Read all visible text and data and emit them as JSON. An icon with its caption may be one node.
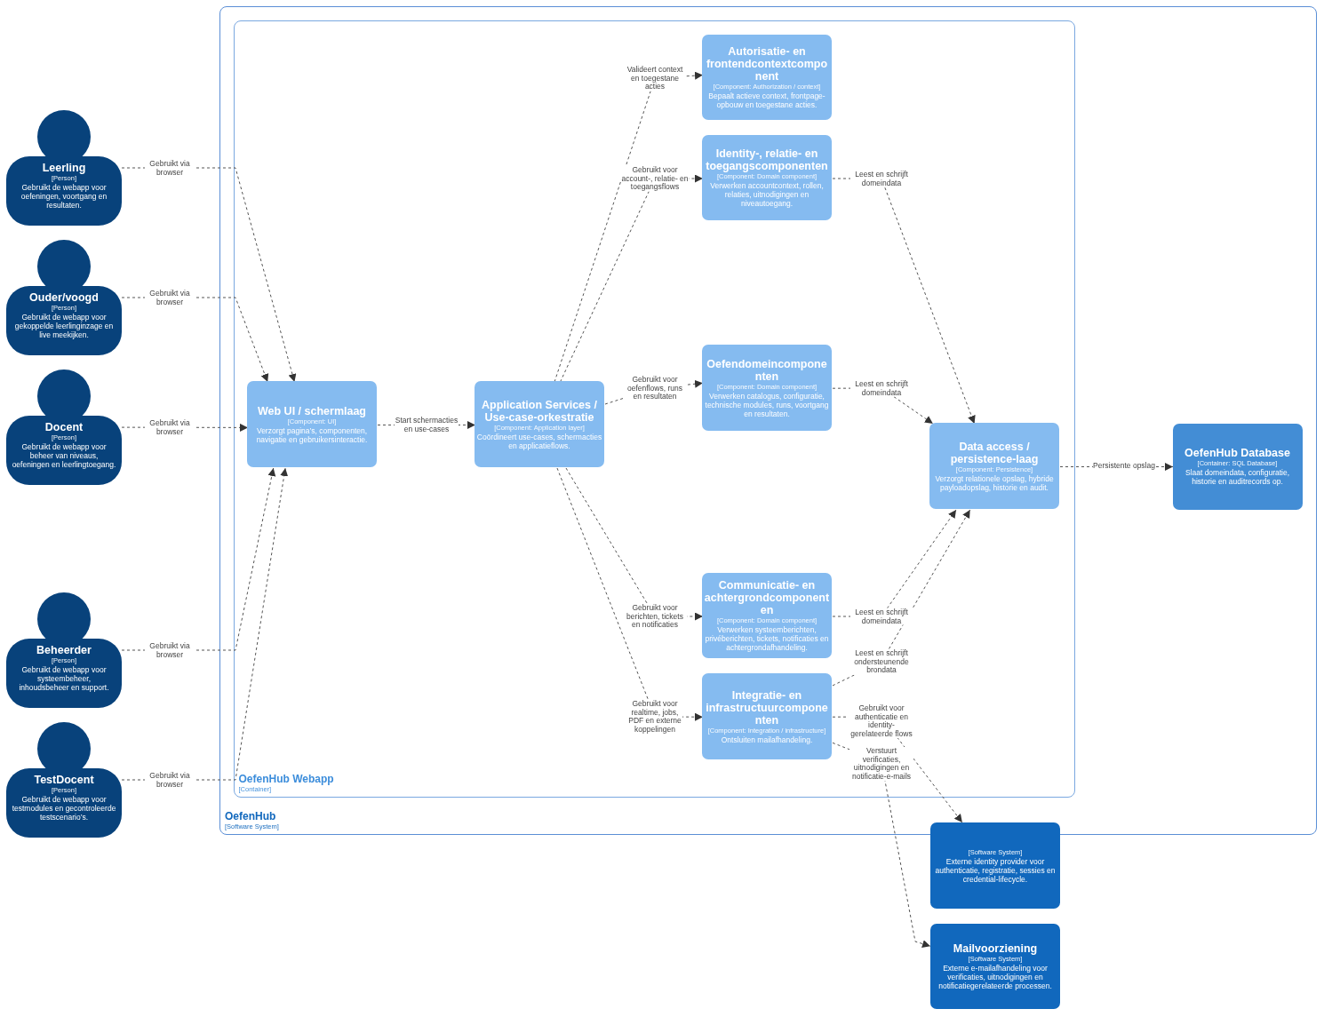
{
  "diagram": {
    "nodes": [
      {
        "text": [
          "Leerling",
          "[Person]",
          "Gebruikt de webapp voor oefeningen, voortgang en resultaten."
        ]
      },
      {
        "text": [
          "Ouder/voogd",
          "[Person]",
          "Gebruikt de webapp voor gekoppelde leerlinginzage en live meekijken."
        ]
      },
      {
        "text": [
          "Docent",
          "[Person]",
          "Gebruikt de webapp voor beheer van niveaus, oefeningen en leerlingtoegang."
        ]
      },
      {
        "text": [
          "Beheerder",
          "[Person]",
          "Gebruikt de webapp voor systeembeheer, inhoudsbeheer en support."
        ]
      },
      {
        "text": [
          "TestDocent",
          "[Person]",
          "Gebruikt de webapp voor testmodules en gecontroleerde testscenario’s."
        ]
      },
      {
        "text": [
          "OefenHub",
          "[Software System]"
        ]
      },
      {
        "text": [
          "OefenHub Webapp",
          "[Container]"
        ],
        "in": 5
      },
      {
        "text": [
          "Web UI / schermlaag",
          "[Component: UI]",
          "Verzorgt pagina’s, componenten, navigatie en gebruikersinteractie."
        ],
        "in": 6
      },
      {
        "text": [
          "Application Services / Use-case-orkestratie",
          "[Component: Application layer]",
          "Coördineert use-cases, schermacties en applicatieflows."
        ],
        "in": 6
      },
      {
        "text": [
          "Autorisatie- en frontendcontextcomponent",
          "[Component: Authorization / context]",
          "Bepaalt actieve context, frontpage-opbouw en toegestane acties."
        ],
        "in": 6
      },
      {
        "text": [
          "Identity-, relatie- en toegangscomponenten",
          "[Component: Domain component]",
          "Verwerken accountcontext, rollen, relaties, uitnodigingen en niveautoegang."
        ],
        "in": 6
      },
      {
        "text": [
          "Oefendomeincomponenten",
          "[Component: Domain component]",
          "Verwerken catalogus, configuratie, technische modules, runs, voortgang en resultaten."
        ],
        "in": 6
      },
      {
        "text": [
          "Communicatie- en achtergrondcomponenten",
          "[Component: Domain component]",
          "Verwerken systeemberichten, privéberichten, tickets, notificaties en achtergrondafhandeling."
        ],
        "in": 6
      },
      {
        "text": [
          "Integratie- en infrastructuurcomponenten",
          "[Component: Integration / infrastructure]",
          "Ontsluiten mailafhandeling."
        ],
        "in": 6
      },
      {
        "text": [
          "Data access / persistence-laag",
          "[Component: Persistence]",
          "Verzorgt relationele opslag, hybride payloadopslag, historie en audit."
        ],
        "in": 6
      },
      {
        "text": [
          "OefenHub Database",
          "[Container: SQL Database]",
          "Slaat domeindata, configuratie, historie en auditrecords op."
        ],
        "in": 5
      },
      {
        "text": [
          "[Software System]",
          "Externe identity provider voor authenticatie, registratie, sessies en credential-lifecycle."
        ]
      },
      {
        "text": [
          "Mailvoorziening",
          "[Software System]",
          "Externe e-mailafhandeling voor verificaties, uitnodigingen en notificatiegerelateerde processen."
        ]
      }
    ],
    "edges": [
      {
        "from": 0,
        "to": 7,
        "arrow": "to",
        "label": "Gebruikt via browser"
      },
      {
        "from": 1,
        "to": 7,
        "arrow": "to",
        "label": "Gebruikt via browser"
      },
      {
        "from": 2,
        "to": 7,
        "arrow": "to",
        "label": "Gebruikt via browser"
      },
      {
        "from": 3,
        "to": 7,
        "arrow": "to",
        "label": "Gebruikt via browser"
      },
      {
        "from": 4,
        "to": 7,
        "arrow": "to",
        "label": "Gebruikt via browser"
      },
      {
        "from": 7,
        "to": 8,
        "arrow": "to",
        "label": "Start schermacties en use-cases"
      },
      {
        "from": 8,
        "to": 9,
        "arrow": "to",
        "label": "Valideert context en toegestane acties"
      },
      {
        "from": 8,
        "to": 10,
        "arrow": "to",
        "label": "Gebruikt voor account-, relatie- en toegangsflows"
      },
      {
        "from": 8,
        "to": 11,
        "arrow": "to",
        "label": "Gebruikt voor oefenflows, runs en resultaten"
      },
      {
        "from": 8,
        "to": 12,
        "arrow": "to",
        "label": "Gebruikt voor berichten, tickets en notificaties"
      },
      {
        "from": 8,
        "to": 13,
        "arrow": "to",
        "label": "Gebruikt voor realtime, jobs, PDF en externe koppelingen"
      },
      {
        "from": 10,
        "to": 14,
        "arrow": "to",
        "label": "Leest en schrijft domeindata"
      },
      {
        "from": 11,
        "to": 14,
        "arrow": "to",
        "label": "Leest en schrijft domeindata"
      },
      {
        "from": 12,
        "to": 14,
        "arrow": "to",
        "label": "Leest en schrijft domeindata"
      },
      {
        "from": 13,
        "to": 14,
        "arrow": "to",
        "label": "Leest en schrijft ondersteunende brondata"
      },
      {
        "from": 14,
        "to": 15,
        "arrow": "to",
        "label": "Persistente opslag"
      },
      {
        "from": 13,
        "to": 16,
        "arrow": "to",
        "label": "Gebruikt voor authenticatie en identity-gerelateerde flows"
      },
      {
        "from": 13,
        "to": 17,
        "arrow": "to",
        "label": "Verstuurt verificaties, uitnodigingen en notificatie-e-mails"
      }
    ]
  }
}
